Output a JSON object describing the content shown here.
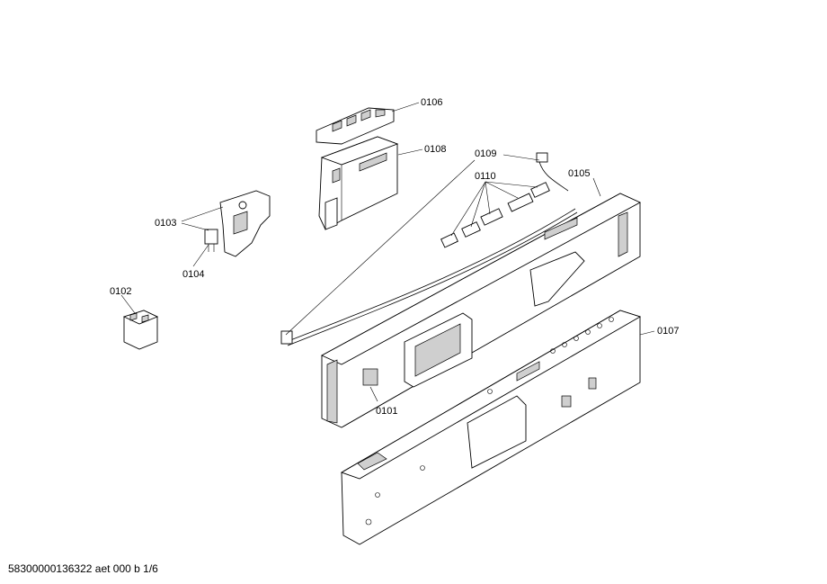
{
  "labels": {
    "p0101": "0101",
    "p0102": "0102",
    "p0103": "0103",
    "p0104": "0104",
    "p0105": "0105",
    "p0106": "0106",
    "p0107": "0107",
    "p0108": "0108",
    "p0109": "0109",
    "p0110": "0110"
  },
  "footer": "58300000136322 aet 000 b 1/6"
}
